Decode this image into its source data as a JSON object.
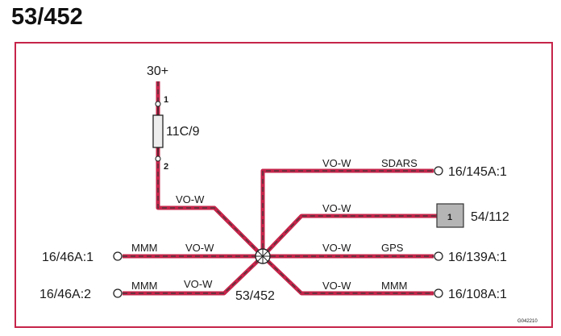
{
  "page": {
    "title": "53/452"
  },
  "diagram": {
    "power": {
      "label": "30+"
    },
    "fuse": {
      "label": "11C/9",
      "pin_top": "1",
      "pin_bottom": "2"
    },
    "splice": {
      "label": "53/452"
    },
    "wires": {
      "power_feed": {
        "color": "VO-W"
      },
      "sdars": {
        "color": "VO-W",
        "name": "SDARS"
      },
      "unit_54_112": {
        "color": "VO-W"
      },
      "gps": {
        "color": "VO-W",
        "name": "GPS"
      },
      "mmm_right": {
        "color": "VO-W",
        "name": "MMM"
      },
      "mmm_left_top": {
        "color": "VO-W",
        "name": "MMM"
      },
      "mmm_left_bottom": {
        "color": "VO-W",
        "name": "MMM"
      }
    },
    "connectors": {
      "c_16_145A_1": "16/145A:1",
      "c_54_112": "54/112",
      "c_54_112_pin": "1",
      "c_16_139A_1": "16/139A:1",
      "c_16_108A_1": "16/108A:1",
      "c_16_46A_1": "16/46A:1",
      "c_16_46A_2": "16/46A:2"
    },
    "figure_code": "G042210"
  },
  "colors": {
    "frame": "#c6244a",
    "wire": "#c6244a",
    "wire_core": "#3a3a3a",
    "connector_box": "#b5b5b5"
  }
}
